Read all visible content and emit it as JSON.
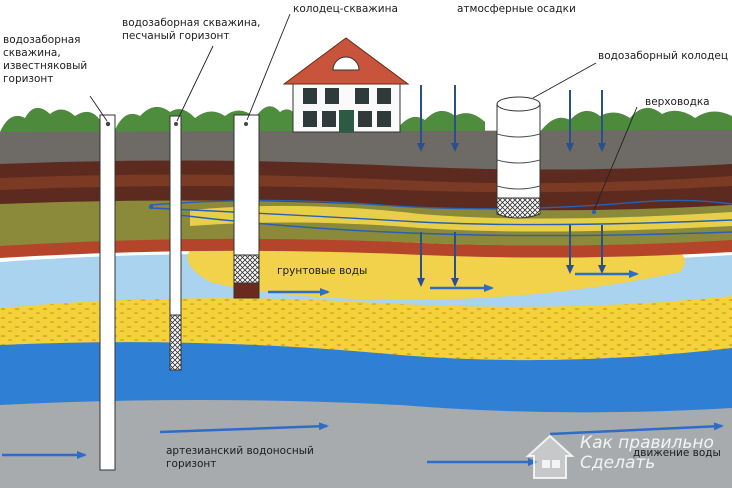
{
  "labels": {
    "limestone_well": [
      "водозаборная",
      "скважина,",
      "известняковый",
      "горизонт"
    ],
    "sand_well": [
      "водозаборная скважина,",
      "песчаный горизонт"
    ],
    "well_borehole": "колодец-скважина",
    "precipitation": "атмосферные осадки",
    "water_well": "водозаборный колодец",
    "perched_water": "верховодка",
    "groundwater": "грунтовые воды",
    "artesian": [
      "артезианский водоносный",
      "горизонт"
    ],
    "water_movement": "движение воды"
  },
  "watermark": {
    "line1": "Как правильно",
    "line2": "Сделать",
    "logo_icon": "house-logo-icon"
  },
  "colors": {
    "sky": "#ffffff",
    "topsoil": "#6e6a66",
    "clay": "#5c2a1f",
    "olive_loam": "#8a8a3a",
    "sand": "#f3d23a",
    "red_clay": "#b5452a",
    "light_aquifer": "#a9d3ee",
    "sand_lens": "#f1d24a",
    "deep_aquifer": "#2f7fd4",
    "bedrock": "#a8abad",
    "arrow_blue": "#2d6cc7",
    "roof": "#c8553b"
  }
}
